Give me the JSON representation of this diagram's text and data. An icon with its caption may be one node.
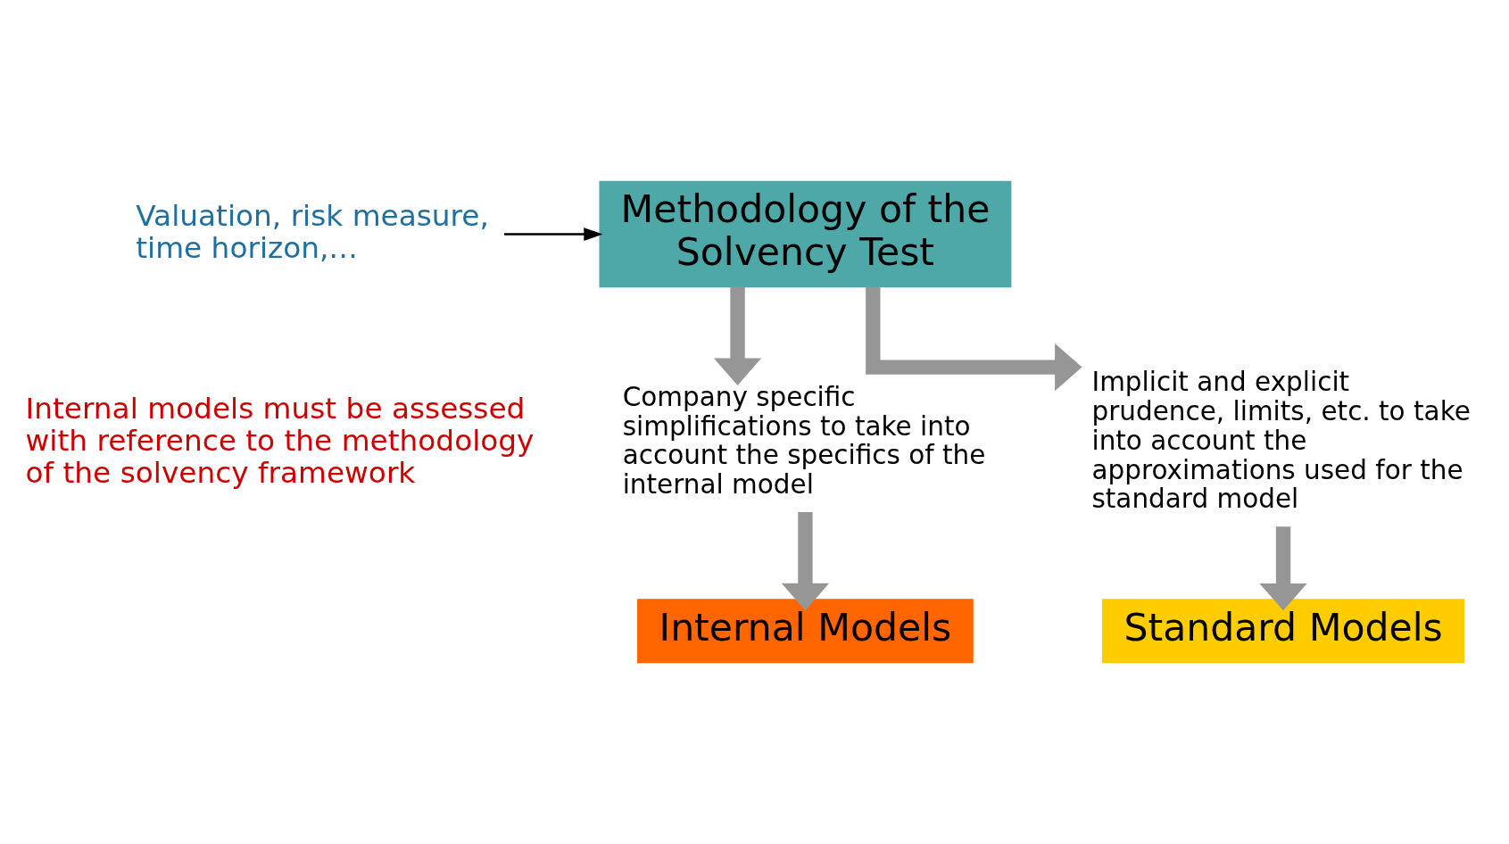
{
  "diagram": {
    "nodes": [
      {
        "text": [
          "Valuation, risk measure, time horizon,…"
        ]
      },
      {
        "text": [
          "Methodology of the Solvency Test"
        ]
      },
      {
        "text": [
          "Company specific simplifications to take into account the specifics of the internal model"
        ]
      },
      {
        "text": [
          "Implicit and explicit prudence, limits, etc. to take into account the approximations used for the standard model"
        ]
      },
      {
        "text": [
          "Internal Models"
        ]
      },
      {
        "text": [
          "Standard Models"
        ]
      }
    ],
    "edges": [
      {
        "from": 0,
        "to": 1,
        "arrow": "to",
        "color": "#000000"
      },
      {
        "from": 1,
        "to": 2,
        "arrow": "to"
      },
      {
        "from": 1,
        "to": 3,
        "arrow": "to"
      },
      {
        "from": 2,
        "to": 4,
        "arrow": "to"
      },
      {
        "from": 3,
        "to": 5,
        "arrow": "to"
      }
    ],
    "labels": [
      "Internal models must be assessed with reference to the methodology of the solvency framework"
    ]
  }
}
